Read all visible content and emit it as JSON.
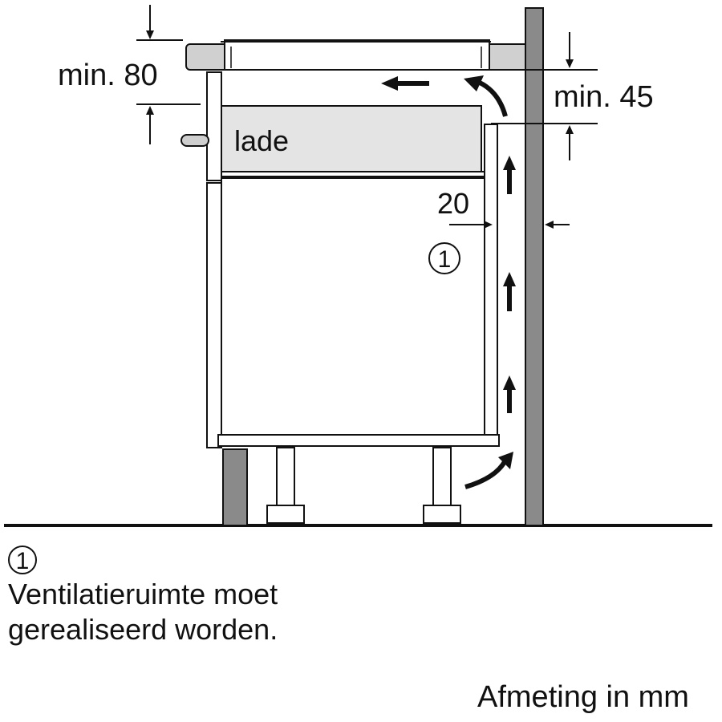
{
  "labels": {
    "min_top": "min. 80",
    "min_gap": "min. 45",
    "drawer": "lade",
    "gap_side": "20",
    "marker": "1"
  },
  "legend": {
    "marker": "1",
    "line1": "Ventilatieruimte moet",
    "line2": "gerealiseerd worden."
  },
  "units_note": "Afmeting in mm",
  "colors": {
    "wall": "#8a8a8a",
    "cooktop": "#d0d0d0",
    "drawer": "#e4e4e4",
    "line": "#111111"
  }
}
